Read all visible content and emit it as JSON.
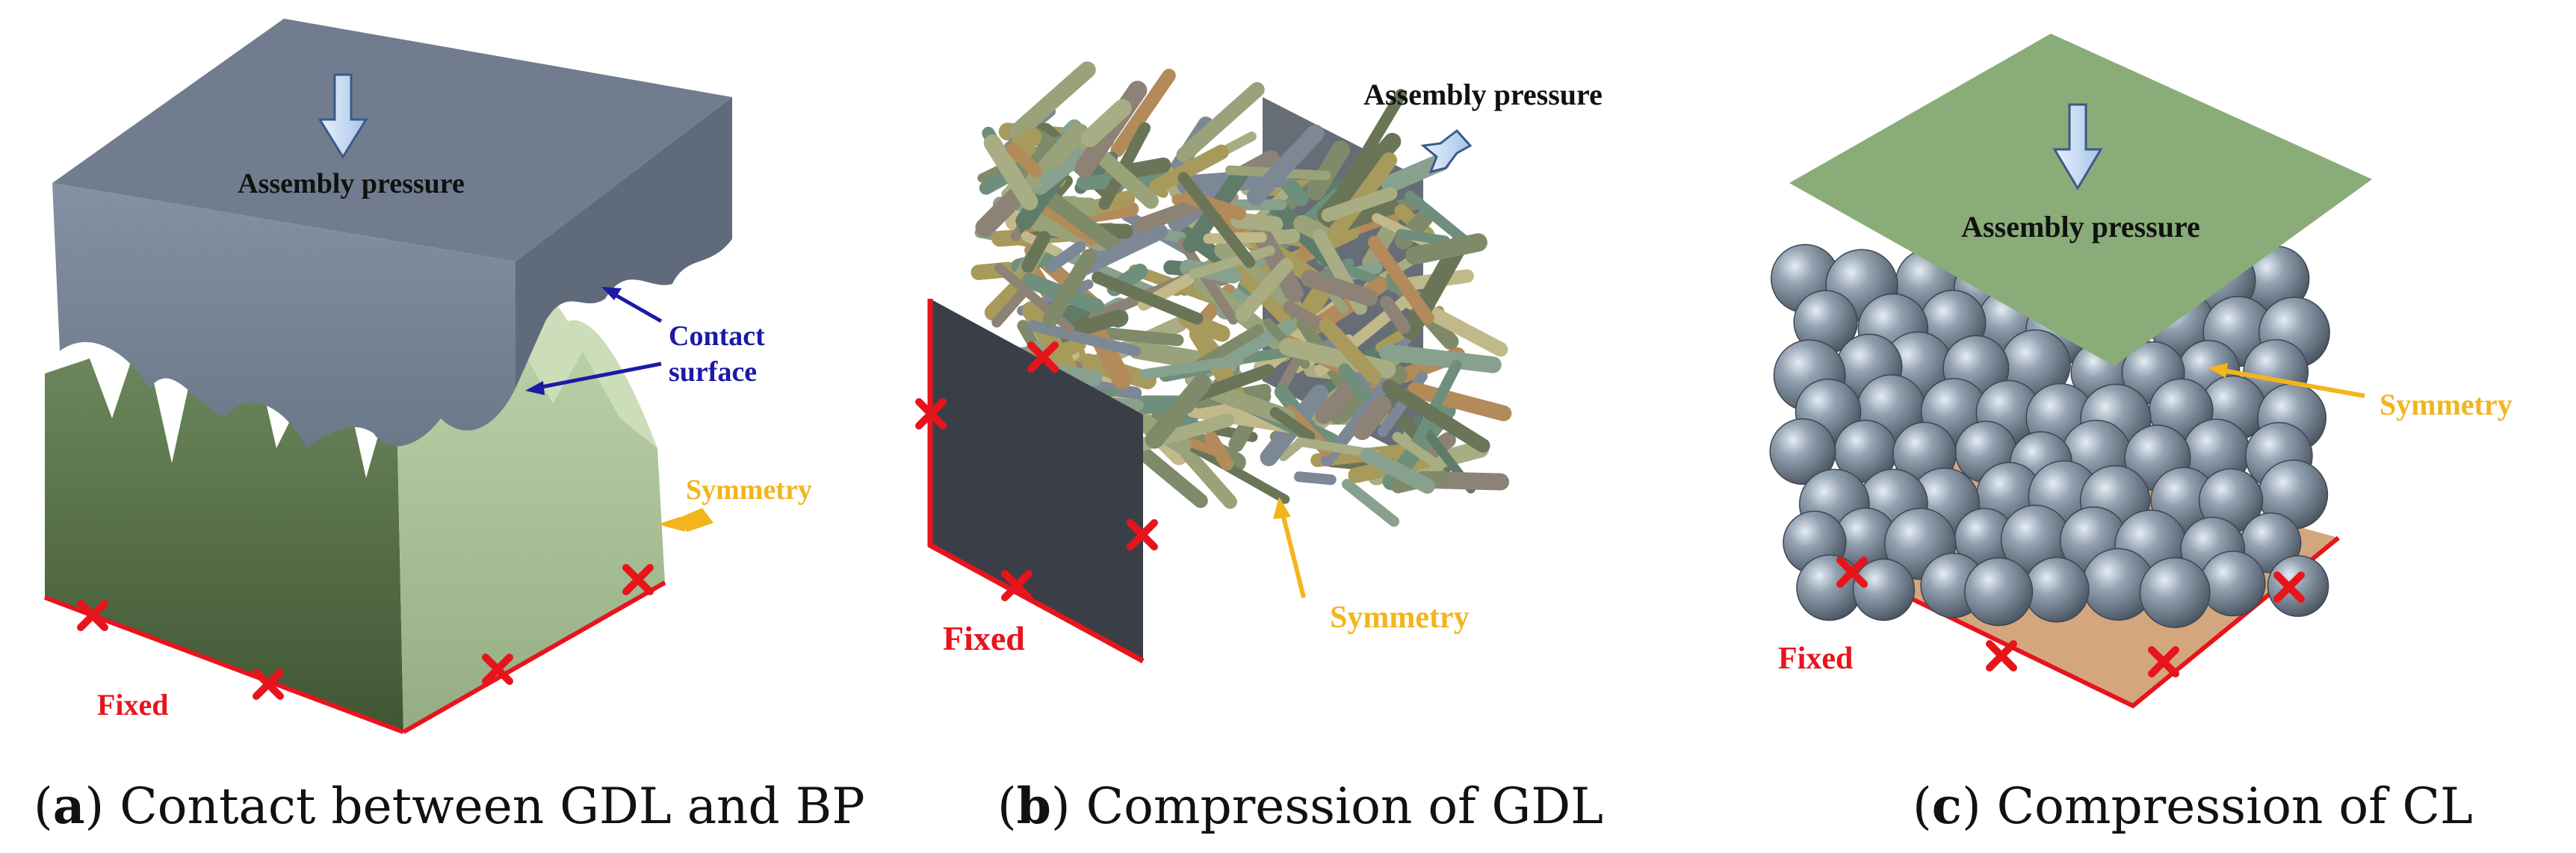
{
  "panels": [
    {
      "id": "a",
      "caption_letter": "a",
      "caption_text": "Contact between GDL and BP",
      "labels": {
        "pressure": "Assembly pressure",
        "contact_line1": "Contact",
        "contact_line2": "surface",
        "symmetry": "Symmetry",
        "fixed": "Fixed"
      }
    },
    {
      "id": "b",
      "caption_letter": "b",
      "caption_text": "Compression of GDL",
      "labels": {
        "pressure": "Assembly pressure",
        "symmetry": "Symmetry",
        "fixed": "Fixed"
      }
    },
    {
      "id": "c",
      "caption_letter": "c",
      "caption_text": "Compression of CL",
      "labels": {
        "pressure": "Assembly pressure",
        "symmetry": "Symmetry",
        "fixed": "Fixed"
      }
    }
  ],
  "colors": {
    "plate_top": "#717d8e",
    "plate_side": "#8190a0",
    "gdl_green": "#a7bf95",
    "gdl_green_dark": "#506c42",
    "fixed_red": "#e8141c",
    "symmetry_yellow": "#f2b51c",
    "contact_blue": "#1a1aa6",
    "cl_green": "#8aac78",
    "cl_base": "#d4a67e",
    "sphere": "#7a8794",
    "plate_dark": "#3f444c",
    "arrow_blue": "#b9d2f0"
  },
  "icons": [
    "down-arrow-icon",
    "fixed-constraint-icon",
    "symmetry-arrow-icon"
  ]
}
